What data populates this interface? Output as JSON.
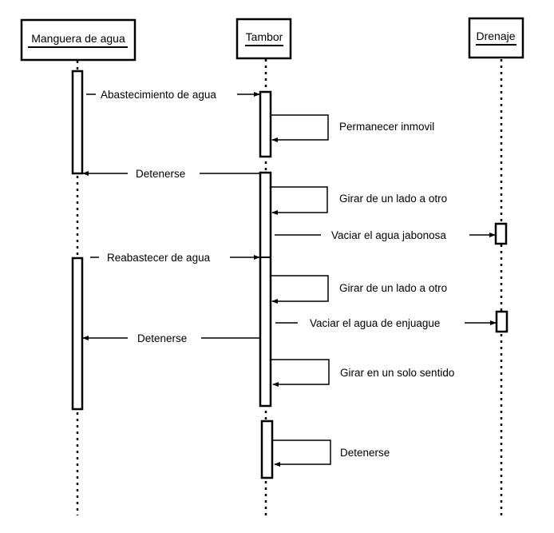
{
  "diagram": {
    "type": "sequence",
    "participants": [
      {
        "id": "manguera",
        "name": "Manguera de agua"
      },
      {
        "id": "tambor",
        "name": "Tambor"
      },
      {
        "id": "drenaje",
        "name": "Drenaje"
      }
    ],
    "messages": [
      {
        "from": "manguera",
        "to": "tambor",
        "label": "Abastecimiento de agua"
      },
      {
        "from": "tambor",
        "to": "tambor",
        "label": "Permanecer inmovil"
      },
      {
        "from": "tambor",
        "to": "manguera",
        "label": "Detenerse"
      },
      {
        "from": "tambor",
        "to": "tambor",
        "label": "Girar de un lado a otro"
      },
      {
        "from": "tambor",
        "to": "drenaje",
        "label": "Vaciar el agua jabonosa"
      },
      {
        "from": "manguera",
        "to": "tambor",
        "label": "Reabastecer de agua"
      },
      {
        "from": "tambor",
        "to": "tambor",
        "label": "Girar de un lado a otro"
      },
      {
        "from": "tambor",
        "to": "drenaje",
        "label": "Vaciar el agua de enjuague"
      },
      {
        "from": "tambor",
        "to": "manguera",
        "label": "Detenerse"
      },
      {
        "from": "tambor",
        "to": "tambor",
        "label": "Girar en un solo sentido"
      },
      {
        "from": "tambor",
        "to": "tambor",
        "label": "Detenerse"
      }
    ]
  }
}
